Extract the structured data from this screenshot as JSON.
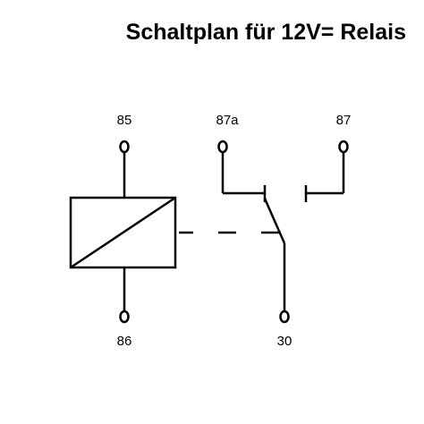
{
  "title": "Schaltplan für 12V= Relais",
  "pins": {
    "p85": "85",
    "p87a": "87a",
    "p87": "87",
    "p86": "86",
    "p30": "30"
  },
  "colors": {
    "line": "#000000",
    "background": "#ffffff"
  }
}
